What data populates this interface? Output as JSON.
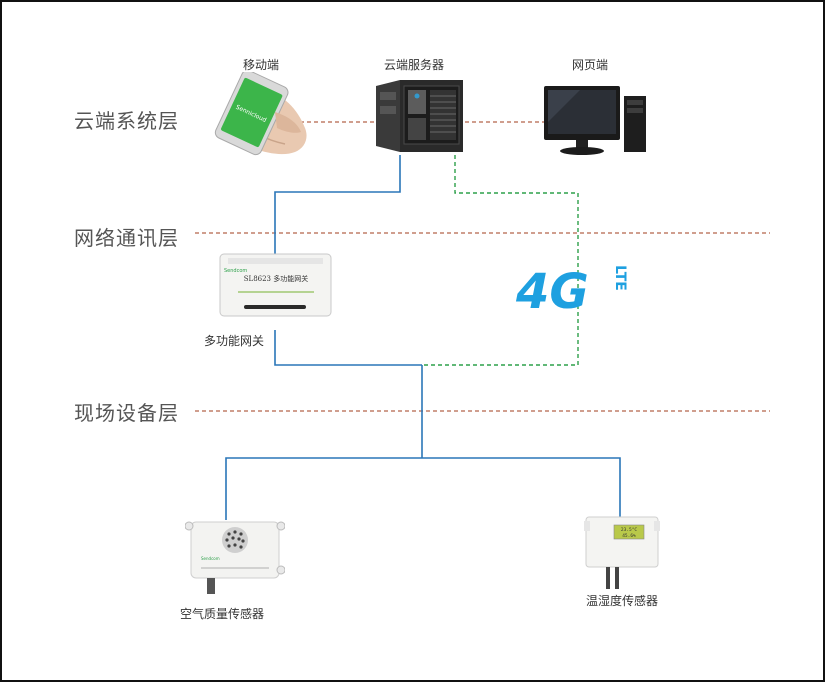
{
  "layers": {
    "cloud": "云端系统层",
    "network": "网络通讯层",
    "field": "现场设备层"
  },
  "nodes": {
    "mobile": "移动端",
    "cloud_server": "云端服务器",
    "web": "网页端",
    "gateway": "多功能网关",
    "air_sensor": "空气质量传感器",
    "th_sensor": "温湿度传感器"
  },
  "devices": {
    "phone_screen_text": "Sennicloud",
    "gateway_brand": "Sendcom",
    "gateway_model": "SL8623 多功能网关",
    "air_sensor_brand": "Sendcom",
    "th_sensor_lcd_1": "23.5°C",
    "th_sensor_lcd_2": "45.6%"
  },
  "badge": {
    "main": "4G",
    "sub": "LTE"
  },
  "colors": {
    "wire_blue": "#2a76b8",
    "wire_green": "#2da04a",
    "divider": "#b5654a",
    "badge_blue": "#1ea0e0",
    "phone_green": "#3cb54a"
  }
}
